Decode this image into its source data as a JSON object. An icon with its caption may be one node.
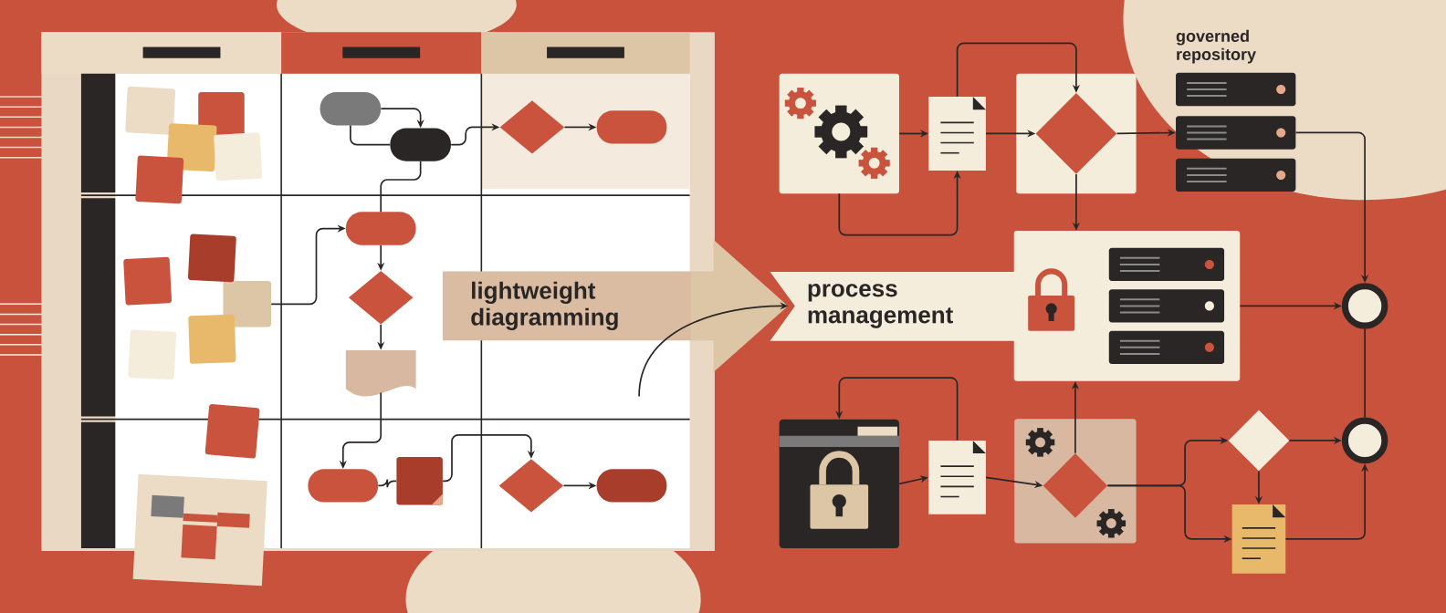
{
  "diagram": {
    "nodes": [
      {
        "text": [],
        "shape": "pill"
      },
      {
        "text": [],
        "shape": "pill"
      },
      {
        "text": [],
        "shape": "diamond"
      },
      {
        "text": [],
        "shape": "pill"
      },
      {
        "text": [],
        "shape": "box"
      },
      {
        "text": [],
        "shape": "pill"
      },
      {
        "text": [],
        "shape": "diamond"
      },
      {
        "text": [],
        "shape": "document"
      },
      {
        "text": [],
        "shape": "pill"
      },
      {
        "text": [],
        "shape": "box"
      },
      {
        "text": [],
        "shape": "diamond"
      },
      {
        "text": [],
        "shape": "pill"
      },
      {
        "text": [
          "lightweight diagramming"
        ]
      },
      {
        "text": [
          "process management"
        ]
      },
      {
        "text": [],
        "shape": "box"
      },
      {
        "text": [],
        "shape": "document"
      },
      {
        "text": [],
        "shape": "box"
      },
      {
        "text": [],
        "shape": "diamond",
        "in": 16
      },
      {
        "text": [
          "governed repository"
        ]
      },
      {
        "text": [],
        "shape": "box"
      },
      {
        "text": [],
        "shape": "circle"
      },
      {
        "text": [],
        "shape": "circle"
      },
      {
        "text": [],
        "shape": "folder"
      },
      {
        "text": [],
        "shape": "document"
      },
      {
        "text": [],
        "shape": "box"
      },
      {
        "text": [],
        "shape": "diamond",
        "in": 24
      },
      {
        "text": [],
        "shape": "diamond"
      },
      {
        "text": [],
        "shape": "document"
      },
      {
        "text": [],
        "shape": "box"
      },
      {
        "text": [],
        "shape": "box"
      },
      {
        "text": [],
        "shape": "box"
      },
      {
        "text": [],
        "shape": "box"
      },
      {
        "text": [],
        "shape": "box"
      },
      {
        "text": [],
        "shape": "box"
      },
      {
        "text": [],
        "shape": "box"
      },
      {
        "text": [],
        "shape": "box"
      },
      {
        "text": [],
        "shape": "box"
      },
      {
        "text": [],
        "shape": "box"
      }
    ],
    "edges": [
      {
        "from": 0,
        "to": 1,
        "arrow": "to"
      },
      {
        "from": 0,
        "to": 1,
        "arrow": "none"
      },
      {
        "from": 1,
        "to": 2,
        "arrow": "to"
      },
      {
        "from": 2,
        "to": 3,
        "arrow": "to"
      },
      {
        "from": 1,
        "to": 5,
        "arrow": "none"
      },
      {
        "from": 4,
        "to": 5,
        "arrow": "to"
      },
      {
        "from": 5,
        "to": 6,
        "arrow": "to"
      },
      {
        "from": 6,
        "to": 7,
        "arrow": "to"
      },
      {
        "from": 7,
        "to": 8,
        "arrow": "to"
      },
      {
        "from": 8,
        "to": 9,
        "arrow": "none"
      },
      {
        "from": 9,
        "to": 10,
        "arrow": "to"
      },
      {
        "from": 10,
        "to": 11,
        "arrow": "to"
      },
      {
        "from": null,
        "to": 13,
        "arrow": "to"
      },
      {
        "from": 14,
        "to": 15,
        "arrow": "to"
      },
      {
        "from": 14,
        "to": 15,
        "arrow": "to"
      },
      {
        "from": 15,
        "to": 17,
        "arrow": "to"
      },
      {
        "from": 15,
        "to": 17,
        "arrow": "to"
      },
      {
        "from": 17,
        "to": 18,
        "arrow": "to"
      },
      {
        "from": 17,
        "to": 19,
        "arrow": "to"
      },
      {
        "from": 18,
        "to": 20,
        "arrow": "to"
      },
      {
        "from": 19,
        "to": 20,
        "arrow": "to"
      },
      {
        "from": 20,
        "to": 21,
        "arrow": "none"
      },
      {
        "from": 22,
        "to": 23,
        "arrow": "to"
      },
      {
        "from": 23,
        "to": 22,
        "arrow": "to"
      },
      {
        "from": 23,
        "to": 25,
        "arrow": "to"
      },
      {
        "from": 25,
        "to": 19,
        "arrow": "to"
      },
      {
        "from": 25,
        "to": 26,
        "arrow": "to"
      },
      {
        "from": 25,
        "to": 27,
        "arrow": "to"
      },
      {
        "from": 26,
        "to": 21,
        "arrow": "to"
      },
      {
        "from": 26,
        "to": 27,
        "arrow": "to"
      },
      {
        "from": 27,
        "to": 21,
        "arrow": "to"
      },
      {
        "from": 12,
        "to": 13,
        "arrow": "to",
        "style": "thick",
        "color": "#dcc6a6"
      }
    ]
  }
}
